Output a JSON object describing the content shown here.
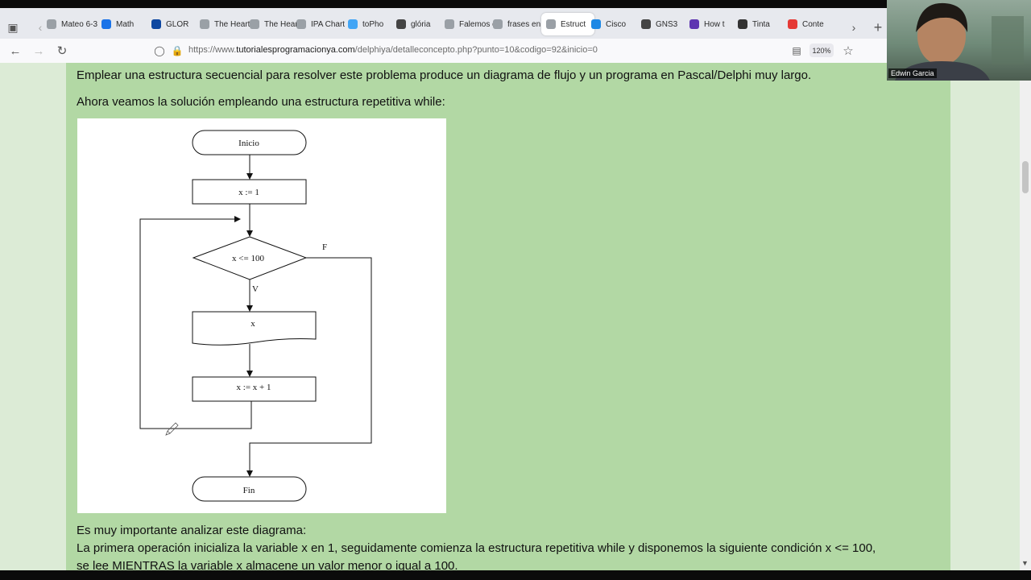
{
  "tabs": [
    {
      "label": "Mateo 6-3",
      "color": "#9aa0a6"
    },
    {
      "label": "Math",
      "color": "#1a73e8"
    },
    {
      "label": "GLOR",
      "color": "#0d47a1"
    },
    {
      "label": "The Heart",
      "color": "#9aa0a6"
    },
    {
      "label": "The Heart",
      "color": "#9aa0a6"
    },
    {
      "label": "IPA Chart",
      "color": "#9aa0a6"
    },
    {
      "label": "toPho",
      "color": "#42a5f5"
    },
    {
      "label": "glória",
      "color": "#444"
    },
    {
      "label": "Falemos d",
      "color": "#9aa0a6"
    },
    {
      "label": "frases en",
      "color": "#9aa0a6"
    },
    {
      "label": "Estruct",
      "color": "#9aa0a6"
    },
    {
      "label": "Cisco",
      "color": "#1e88e5"
    },
    {
      "label": "GNS3",
      "color": "#444"
    },
    {
      "label": "How t",
      "color": "#5e35b1"
    },
    {
      "label": "Tinta",
      "color": "#333"
    },
    {
      "label": "Conte",
      "color": "#e53935"
    }
  ],
  "address": {
    "url_prefix": "https://www.",
    "url_domain": "tutorialesprogramacionya.com",
    "url_path": "/delphiya/detalleconcepto.php?punto=10&codigo=92&inicio=0",
    "zoom": "120%"
  },
  "content": {
    "p1": "Emplear una estructura secuencial para resolver este problema produce un diagrama de flujo y un programa en Pascal/Delphi muy largo.",
    "p2": "Ahora veamos la solución empleando una estructura repetitiva while:",
    "p3": "Es muy importante analizar este diagrama:",
    "p4": "La primera operación inicializa la variable x en 1, seguidamente comienza la estructura repetitiva while y disponemos la siguiente condición x <= 100,",
    "p5": "se lee MIENTRAS la variable x almacene un valor menor o igual a 100."
  },
  "flowchart": {
    "start": "Inicio",
    "init": "x := 1",
    "condition": "x <= 100",
    "false_label": "F",
    "true_label": "V",
    "output": "x",
    "increment": "x := x + 1",
    "end": "Fin"
  },
  "webcam": {
    "name": "Edwin Garcia"
  }
}
